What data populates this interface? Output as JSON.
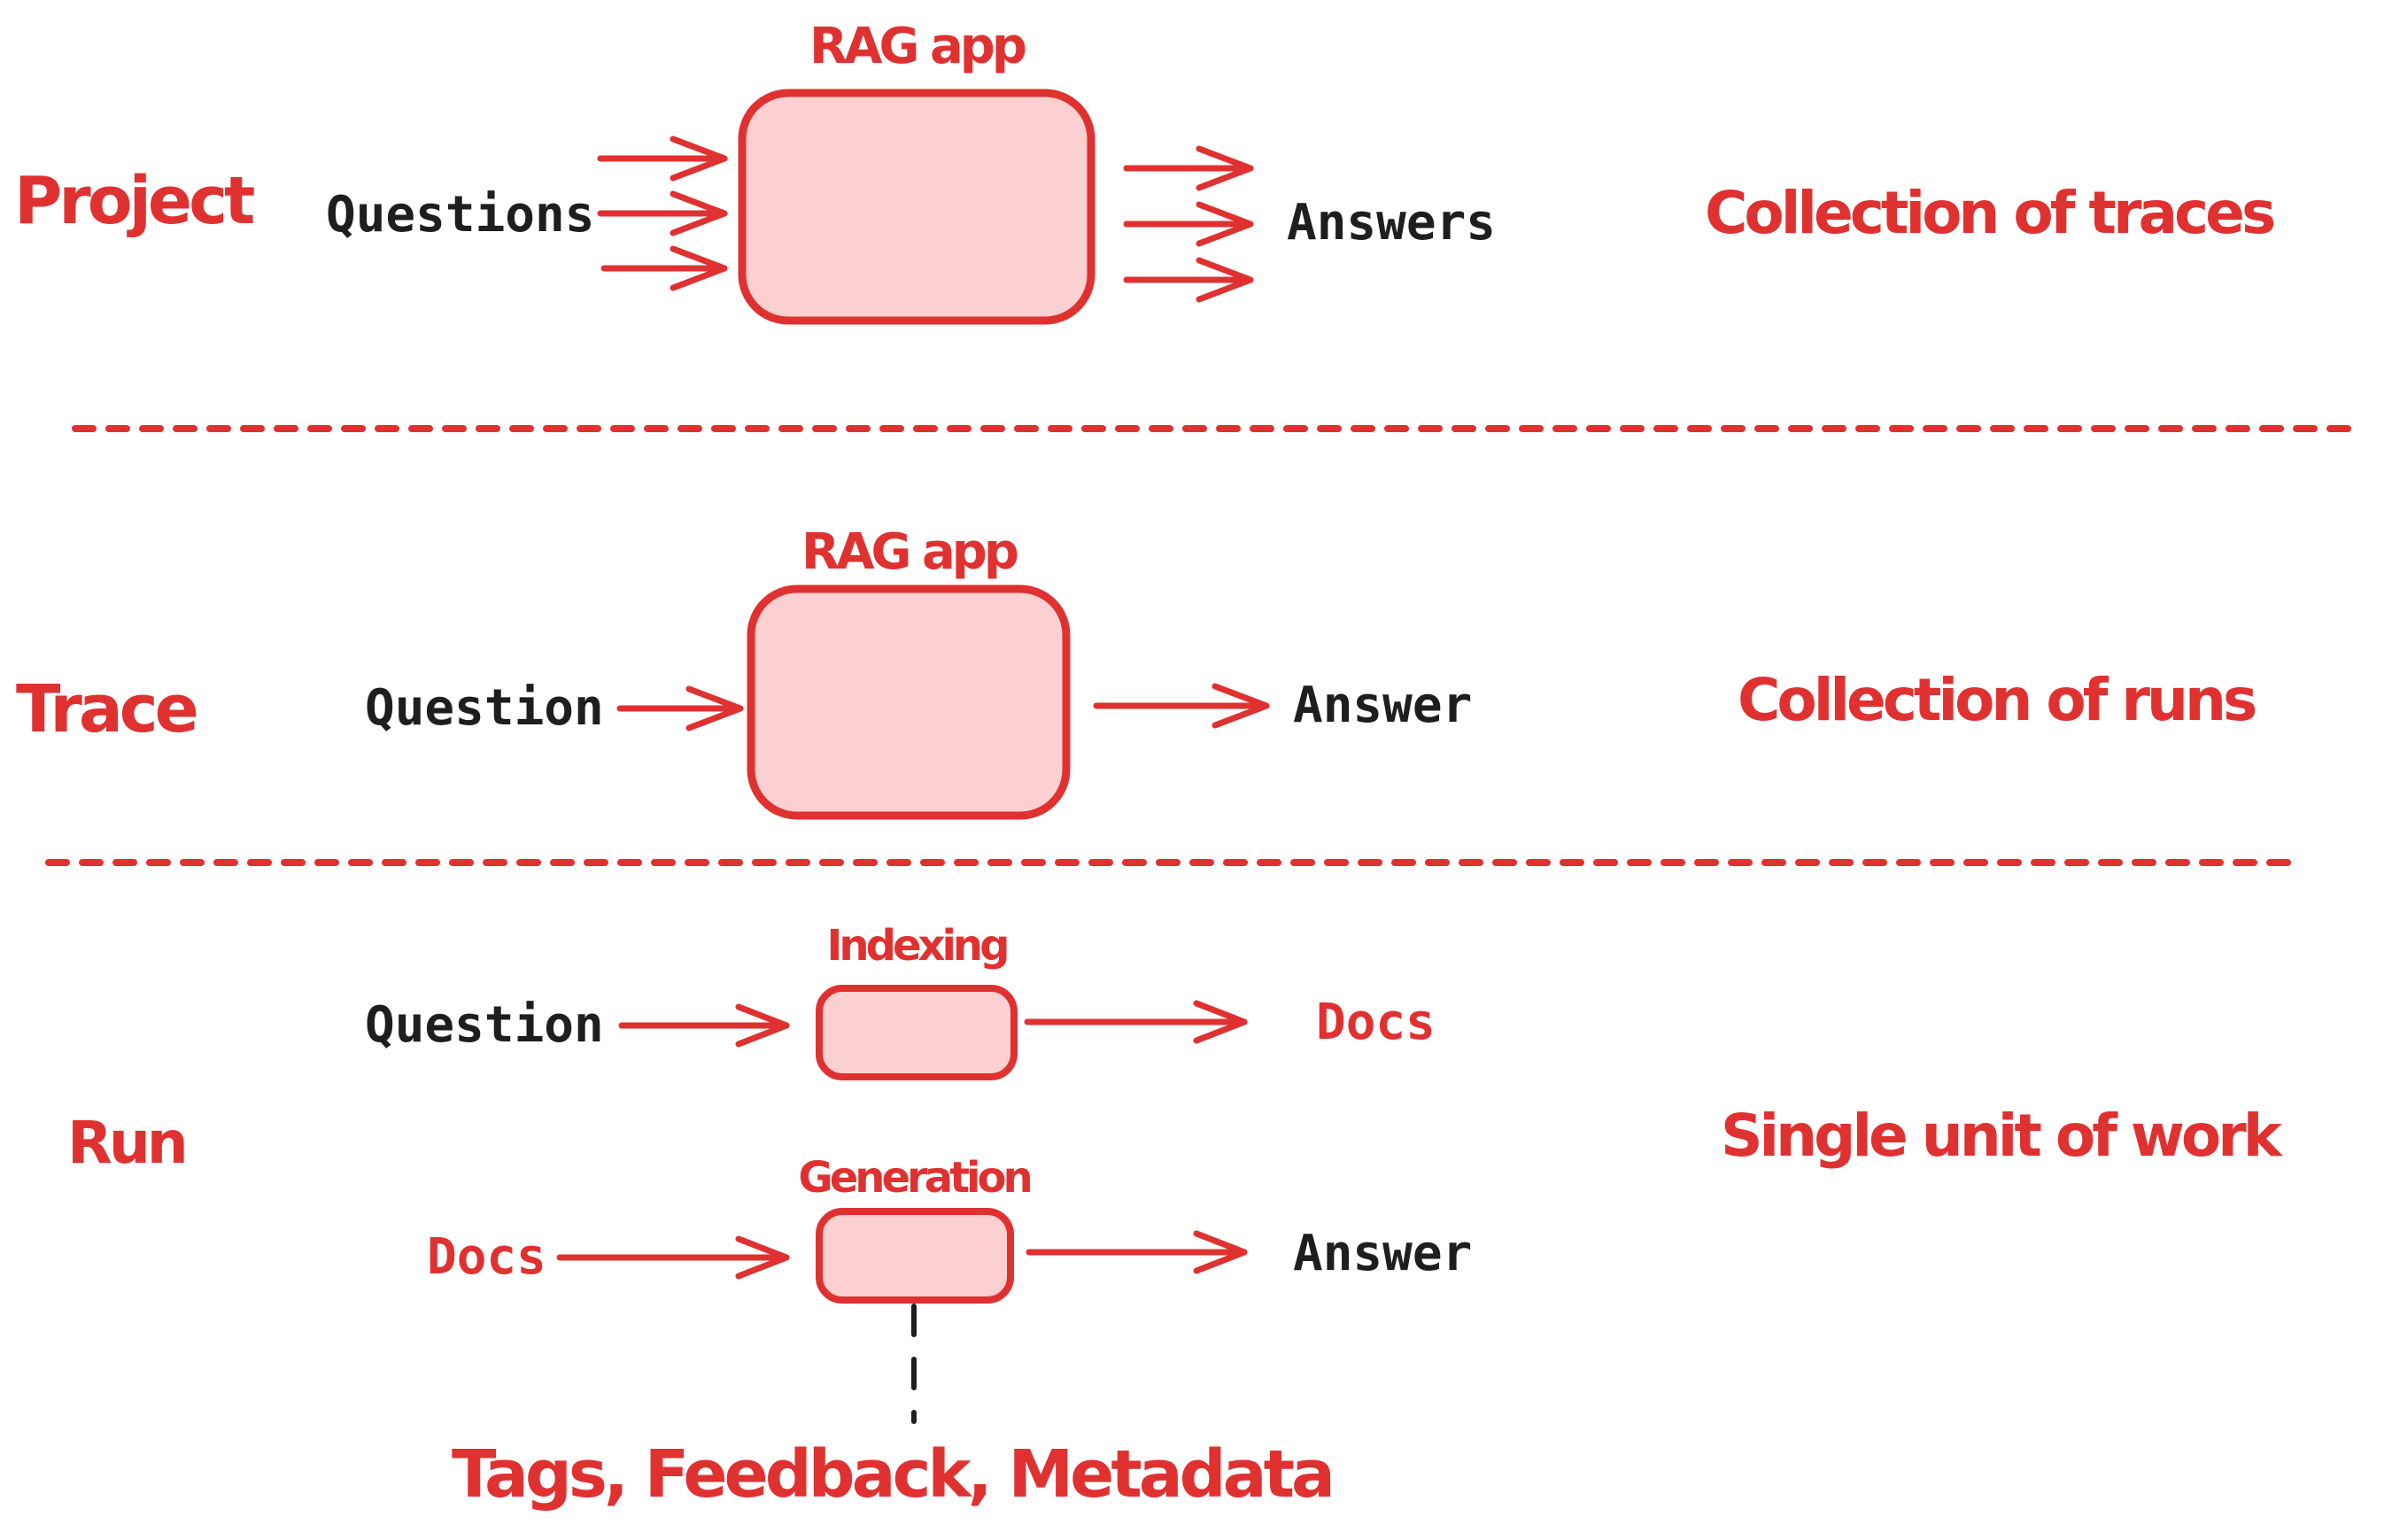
{
  "palette": {
    "red": "#e03131",
    "pink_fill": "#fcd0d0",
    "black": "#1e1e1e",
    "background": "#ffffff"
  },
  "rows": {
    "project": {
      "label": "Project",
      "input": "Questions",
      "box": "RAG app",
      "output": "Answers",
      "meaning": "Collection of traces"
    },
    "trace": {
      "label": "Trace",
      "input": "Question",
      "box": "RAG app",
      "output": "Answer",
      "meaning": "Collection of runs"
    },
    "run": {
      "label": "Run",
      "meaning": "Single unit of work",
      "indexing": {
        "input": "Question",
        "box": "Indexing",
        "output": "Docs"
      },
      "generation": {
        "input": "Docs",
        "box": "Generation",
        "output": "Answer"
      },
      "annotation": "Tags, Feedback, Metadata"
    }
  }
}
